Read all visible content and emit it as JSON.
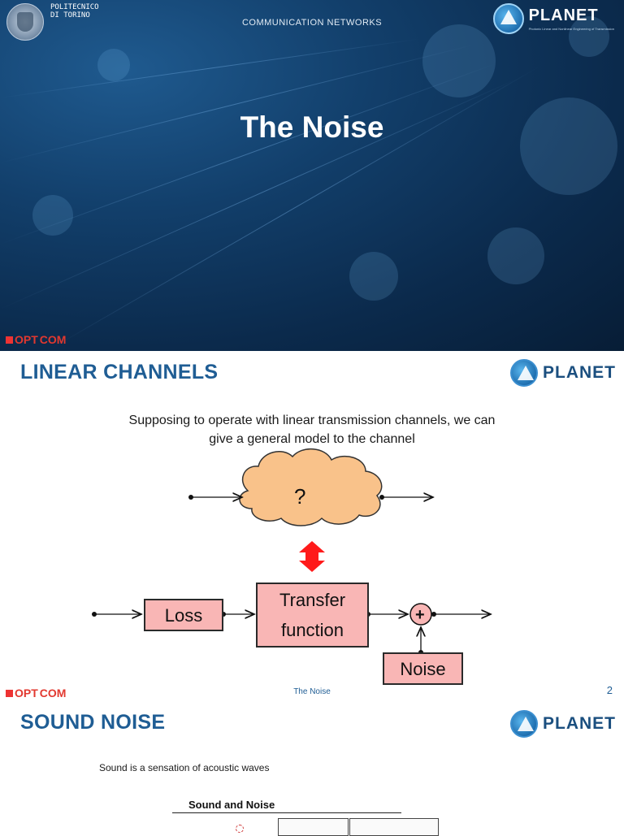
{
  "slide1": {
    "university": "POLITECNICO\nDI TORINO",
    "course": "COMMUNICATION NETWORKS",
    "brand": "PLANET",
    "brand_subtitle": "Photonic Linear and Nonlinear Engineering of Transmission",
    "title": "The Noise",
    "footer_logo_op": "OPT",
    "footer_logo_com": "COM"
  },
  "slide2": {
    "heading": "LINEAR CHANNELS",
    "brand": "PLANET",
    "description_line1": "Supposing to operate with linear transmission channels, we can",
    "description_line2": "give a general model to the channel",
    "diagram": {
      "unknown_label": "?",
      "loss_label": "Loss",
      "transfer_line1": "Transfer",
      "transfer_line2": "function",
      "sum_label": "+",
      "noise_label": "Noise"
    },
    "footer_logo_op": "OPT",
    "footer_logo_com": "COM",
    "footer_text": "The Noise",
    "page_number": "2"
  },
  "slide3": {
    "heading": "SOUND NOISE",
    "brand": "PLANET",
    "intro": "Sound is a sensation of acoustic waves",
    "figure_title": "Sound and Noise"
  },
  "colors": {
    "heading_blue": "#1f5d94",
    "box_pink": "#f9b6b5",
    "cloud_orange": "#f9c28a",
    "arrow_red": "#ff1a1a",
    "optcom_red": "#e2382f"
  }
}
